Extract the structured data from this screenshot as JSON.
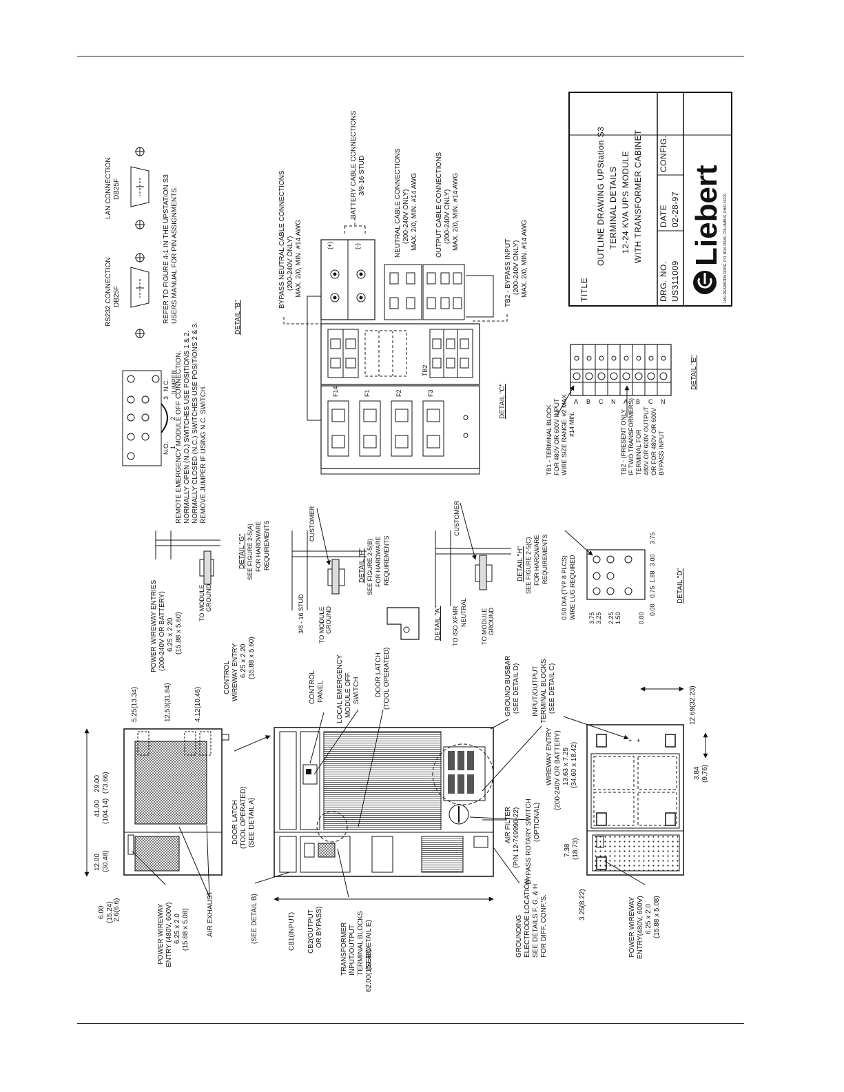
{
  "title_block": {
    "title_label": "TITLE",
    "title_lines": [
      "OUTLINE DRAWING UPStation S3",
      "TERMINAL DETAILS",
      "12-24 KVA UPS MODULE",
      "WITH TRANSFORMER CABINET"
    ],
    "drg_no_label": "DRG. NO.",
    "drg_no": "US311009",
    "date_label": "DATE",
    "date": "02-28-97",
    "config_label": "CONFIG.",
    "brand": "Liebert",
    "address": "1050 DEARBORN DRIVE, P.O. BOX 29186, COLUMBUS, OHIO 43229"
  },
  "detail_b": {
    "title": "DETAIL \"B\"",
    "rs232_title": "RS232 CONNECTION",
    "rs232_sub": "DB25F",
    "lan_title": "LAN CONNECTION",
    "lan_sub": "DB25F",
    "refer_line1": "REFER TO FIGURE 4-1 IN THE UPSTATION S3",
    "refer_line2": "USERS MANUAL FOR PIN ASSIGNMENTS.",
    "jumper": "JUMPER",
    "no": "N.O.",
    "nc": "N.C.",
    "pos1": "1",
    "pos2": "2",
    "pos3": "3",
    "remote_lines": [
      "REMOTE EMERGENCY MODULE OFF CONNECTION.",
      "NORMALLY OPEN (N.O.) SWITCHES USE POSITIONS 1 & 2.",
      "NORMALLY CLOSED (N.C.) SWITCHES USE POSITIONS 2 & 3.",
      "REMOVE JUMPER IF USING N.C. SWITCH."
    ]
  },
  "detail_c": {
    "title": "DETAIL \"C\"",
    "bypass_neutral": [
      "BYPASS NEUTRAL CABLE CONNECTIONS",
      "(200-240V ONLY)",
      "MAX. 2/0,  MIN. #14 AWG"
    ],
    "battery": [
      "BATTERY CABLE CONNECTIONS",
      "3/8-16 STUD"
    ],
    "neutral": [
      "NEUTRAL CABLE CONNECTIONS",
      "(200-240V ONLY)",
      "MAX. 2/0,  MIN. #14 AWG"
    ],
    "output": [
      "OUTPUT CABLE CONNECTIONS",
      "(200-240V ONLY)",
      "MAX. 2/0,  MIN. #14 AWG"
    ],
    "tb2_bypass": [
      "TB2 - BYPASS INPUT",
      "(200-240V ONLY)",
      "MAX. 2/0,  MIN. #14 AWG"
    ],
    "fuses": [
      "F14",
      "F1",
      "F2",
      "F3"
    ],
    "tb2": "TB2",
    "plus": "(+)",
    "minus": "(-)"
  },
  "detail_e": {
    "title": "DETAIL \"E\"",
    "tb1_lines": [
      "TB1 - TERMINAL BLOCK",
      "FOR 480V OR 600V INPUT",
      "WIRE SIZE RANGE: #2 MAX.",
      "#14 MIN."
    ],
    "tb2_lines": [
      "TB2 - (PRESENT ONLY",
      "IF TWO TRANSFORMERS)",
      "TERMINAL FOR",
      "480V OR 600V OUTPUT",
      "OR FOR 480V OR 600V",
      "BYPASS INPUT"
    ],
    "phases": [
      "A",
      "B",
      "C",
      "N",
      "A",
      "B",
      "C",
      "N"
    ]
  },
  "detail_d": {
    "title": "DETAIL \"D\"",
    "note_lines": [
      "0.50 DIA (TYP 8 PLCS)",
      "WIRE LUG REQUIRED"
    ],
    "left_dims": [
      "3.75",
      "3.25",
      "2.25",
      "1.50",
      "0.00"
    ],
    "bottom_dims": [
      "3.75",
      "3.00",
      "1.88",
      "0.75",
      "0.00"
    ]
  },
  "ground_details": {
    "g_title": "DETAIL \"G\"",
    "g_lines": [
      "SEE FIGURE 2-5(A)",
      "FOR HARDWARE",
      "REQUIREMENTS"
    ],
    "f_title": "DETAIL \"F\"",
    "f_lines": [
      "SEE FIGURE 2-5(B)",
      "FOR HARDWARE",
      "REQUIREMENTS"
    ],
    "h_title": "DETAIL \"H\"",
    "h_lines": [
      "SEE FIGURE 2-5(C)",
      "FOR HARDWARE",
      "REQUIREMENTS"
    ],
    "customer": "CUSTOMER",
    "to_module_ground": [
      "TO MODULE",
      "GROUND"
    ],
    "stud": "3/8 - 16 STUD",
    "iso_xfmr": [
      "TO ISO XFMR",
      "NEUTRAL"
    ],
    "detail_a": "DETAIL \"A\""
  },
  "top_view": {
    "power_wireway": [
      "POWER WIREWAY ENTRIES",
      "(200-240V OR BATTERY)",
      "6.25 x 2.20",
      "(15.88 x 5.60)"
    ],
    "control_wireway": [
      "CONTROL",
      "WIREWAY ENTRY",
      "6.25 x 2.20",
      "(15.88 x 5.60)"
    ],
    "door_latch": [
      "DOOR LATCH",
      "(TOOL OPERATED)",
      "(SEE DETAIL A)"
    ],
    "air_exhaust": "AIR EXHAUST",
    "power_entry": [
      "POWER WIREWAY",
      "ENTRY (480V, 600V)",
      "6.25 x 2.0",
      "(15.88 x 5.08)"
    ],
    "dims": [
      "5.25(13.34)",
      "12.53(31.84)",
      "4.12(10.46)",
      "41.00",
      "(104.14)",
      "29.00",
      "(73.66)",
      "12.00",
      "(30.48)",
      "6.00",
      "(15.24)",
      "2.6(6.6)"
    ]
  },
  "front_view": {
    "control_panel": [
      "CONTROL",
      "PANEL"
    ],
    "emo": [
      "LOCAL EMERGENCY",
      "MODULE OFF",
      "SWITCH"
    ],
    "door_latch": [
      "DOOR LATCH",
      "(TOOL OPERATED)"
    ],
    "ground_busbar": [
      "GROUND BUSBAR",
      "(SEE DETAIL D)"
    ],
    "io_blocks": [
      "INPUT/OUTPUT",
      "TERMINAL BLOCKS",
      "(SEE DETAIL C)"
    ],
    "air_filter": [
      "AIR FILTER",
      "(P/N 12-749990-22)"
    ],
    "bypass_switch": [
      "BYPASS ROTARY SWITCH",
      "(OPTIONAL)"
    ],
    "grounding": [
      "GROUNDING",
      "ELECTRODE LOCATION.",
      "SEE DETAILS F, G, & H",
      "FOR DIFF. CONF.'S."
    ],
    "see_detail_b": "(SEE DETAIL B)",
    "cb1": "CB1(INPUT)",
    "cb2": [
      "CB2(OUTPUT",
      "OR BYPASS)"
    ],
    "transformer": [
      "TRANSFORMER",
      "INPUT/OUTPUT",
      "TERMINAL BLOCKS",
      "(SEE DETAIL E)"
    ],
    "width_dim": "62.00(157.48)"
  },
  "bottom_view": {
    "wireway": [
      "WIREWAY ENTRY",
      "(200-240V OR BATTERY)",
      "13.63 x 7.25",
      "(34.60 x 18.42)"
    ],
    "power_entry": [
      "POWER WIREWAY",
      "ENTRY(480V, 600V)",
      "6.25 x 2.0",
      "(15.88 x 5.08)"
    ],
    "dims": [
      "12.69(32.23)",
      "3.84",
      "(9.76)",
      "7.38",
      "(18.73)",
      "3.25(8.22)"
    ]
  }
}
